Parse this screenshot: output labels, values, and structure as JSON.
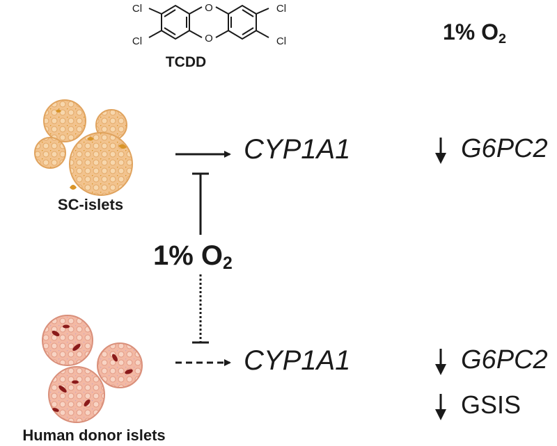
{
  "chemical": {
    "name": "TCDD",
    "atoms": {
      "cl": "Cl",
      "o": "O"
    }
  },
  "condition": {
    "text": "1% O",
    "subscript": "2"
  },
  "sc_islets": {
    "label": "SC-islets",
    "gene": "CYP1A1",
    "effect_gene": "G6PC2"
  },
  "human_islets": {
    "label": "Human donor islets",
    "gene": "CYP1A1",
    "effect_gene": "G6PC2",
    "effect_function": "GSIS"
  },
  "colors": {
    "sc_islet_fill": "#f2c38e",
    "sc_islet_spot": "#d9952a",
    "human_islet_fill": "#f3b9a4",
    "human_islet_spot": "#8a1a1a",
    "line": "#1a1a1a"
  }
}
